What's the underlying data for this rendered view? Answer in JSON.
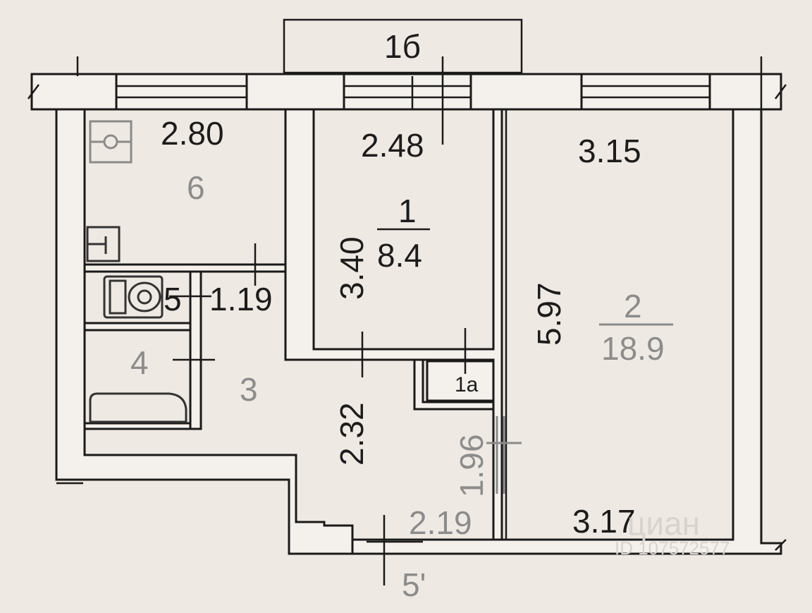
{
  "plan": {
    "balcony": {
      "label": "1б"
    },
    "room_kitchen": {
      "number": "6",
      "width": "2.80"
    },
    "room_1": {
      "number": "1",
      "area": "8.4",
      "width": "2.48",
      "length": "3.40"
    },
    "room_2": {
      "number": "2",
      "area": "18.9",
      "width_top": "3.15",
      "width_bottom": "3.17",
      "length": "5.97"
    },
    "room_closet": {
      "number": "1а"
    },
    "room_toilet": {
      "number": "5",
      "width": "1.19"
    },
    "room_bath": {
      "number": "4"
    },
    "room_hall": {
      "number": "3",
      "length": "2.32",
      "width": "2.19",
      "depth": "1.96"
    },
    "entry_mark": {
      "label": "5'"
    }
  },
  "watermark": {
    "brand": "циан",
    "id": "ID 107572577"
  }
}
